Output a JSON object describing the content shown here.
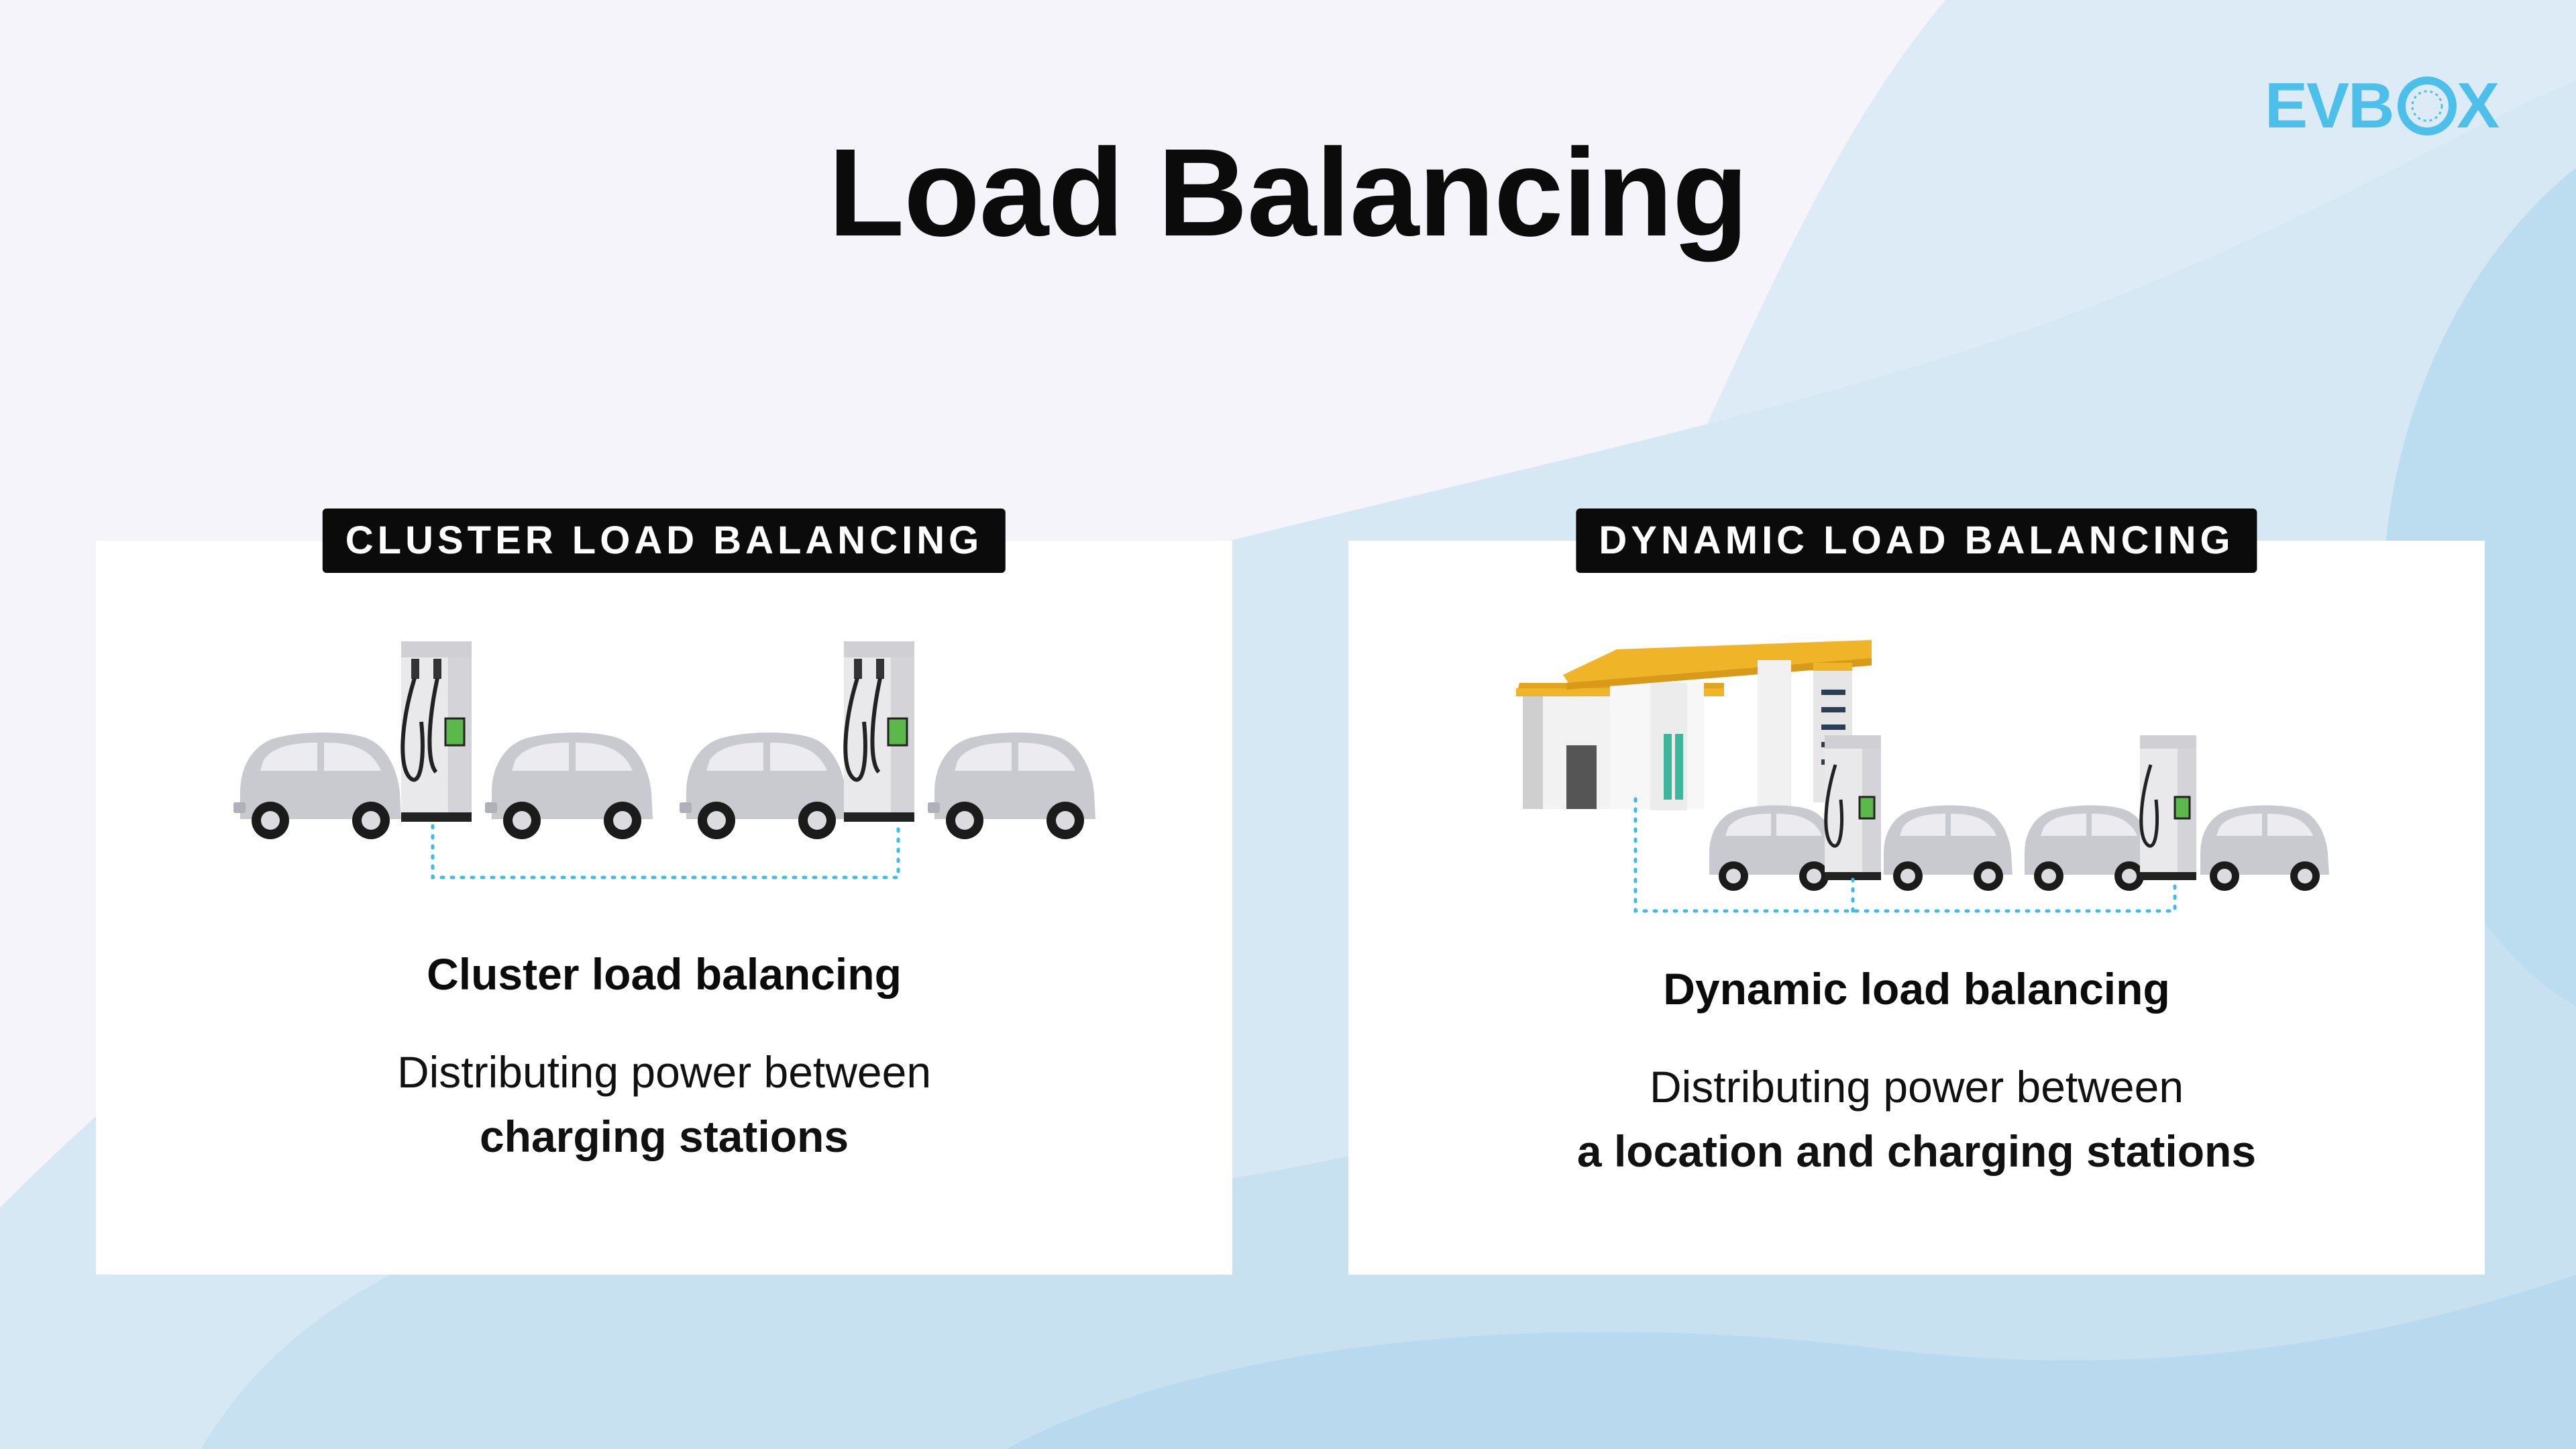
{
  "page": {
    "title": "Load Balancing"
  },
  "brand": {
    "logo_text": "EVBOX",
    "color": "#4cc0ea"
  },
  "colors": {
    "wave_light": "#dcebf6",
    "wave_mid": "#c7e1f1",
    "wave_dark": "#b9d9ee",
    "connector_line": "#3dbde6",
    "car_body": "#c9c9d0",
    "canopy": "#f0b429"
  },
  "cards": [
    {
      "tag": "CLUSTER LOAD BALANCING",
      "heading": "Cluster load balancing",
      "desc_line1": "Distributing power between",
      "desc_line2": "charging stations"
    },
    {
      "tag": "DYNAMIC LOAD BALANCING",
      "heading": "Dynamic load balancing",
      "desc_line1": "Distributing power between",
      "desc_line2": "a location and charging stations"
    }
  ]
}
